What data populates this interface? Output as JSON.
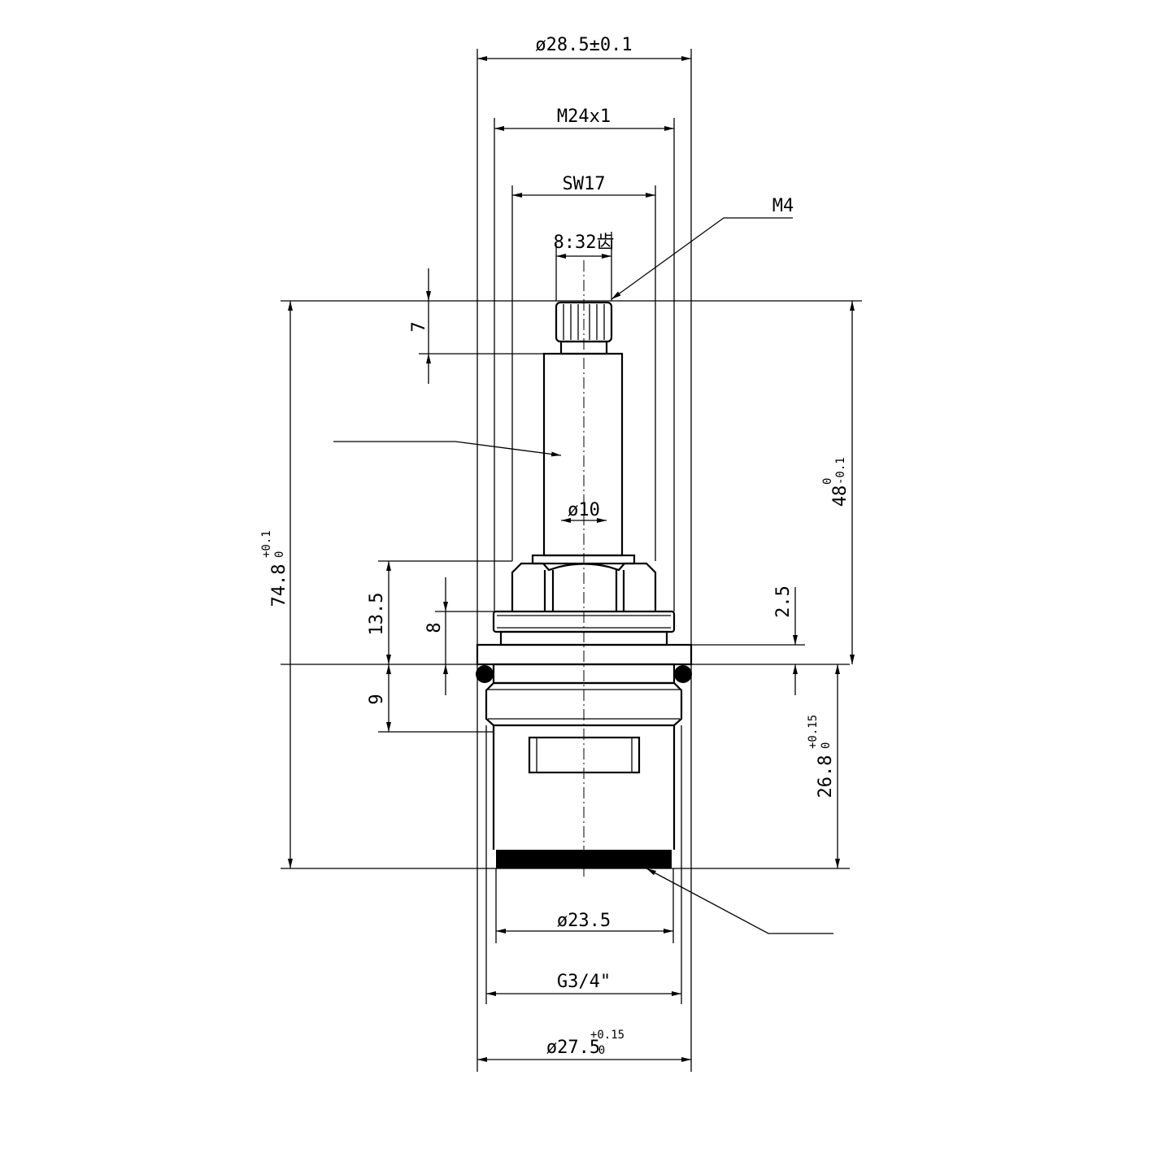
{
  "dims": {
    "outer_dia": "ø28.5±0.1",
    "thread": "M24x1",
    "wrench": "SW17",
    "spline": "8:32齿",
    "screw": "M4",
    "stem_dia": "ø10",
    "spline_len": "7",
    "total_len": "74.8",
    "total_tol_upper": "+0.1",
    "total_tol_lower": "0",
    "hex_height": "13.5",
    "ring_height": "8",
    "thread_len": "9",
    "stem_len": "48",
    "stem_tol_upper": "0",
    "stem_tol_lower": "-0.1",
    "collar": "2.5",
    "body_len": "26.8",
    "body_tol_upper": "+0.15",
    "body_tol_lower": "0",
    "bottom_dia": "ø23.5",
    "pipe_thread": "G3/4\"",
    "base_dia": "ø27.5",
    "base_tol_upper": "+0.15",
    "base_tol_lower": "0"
  }
}
